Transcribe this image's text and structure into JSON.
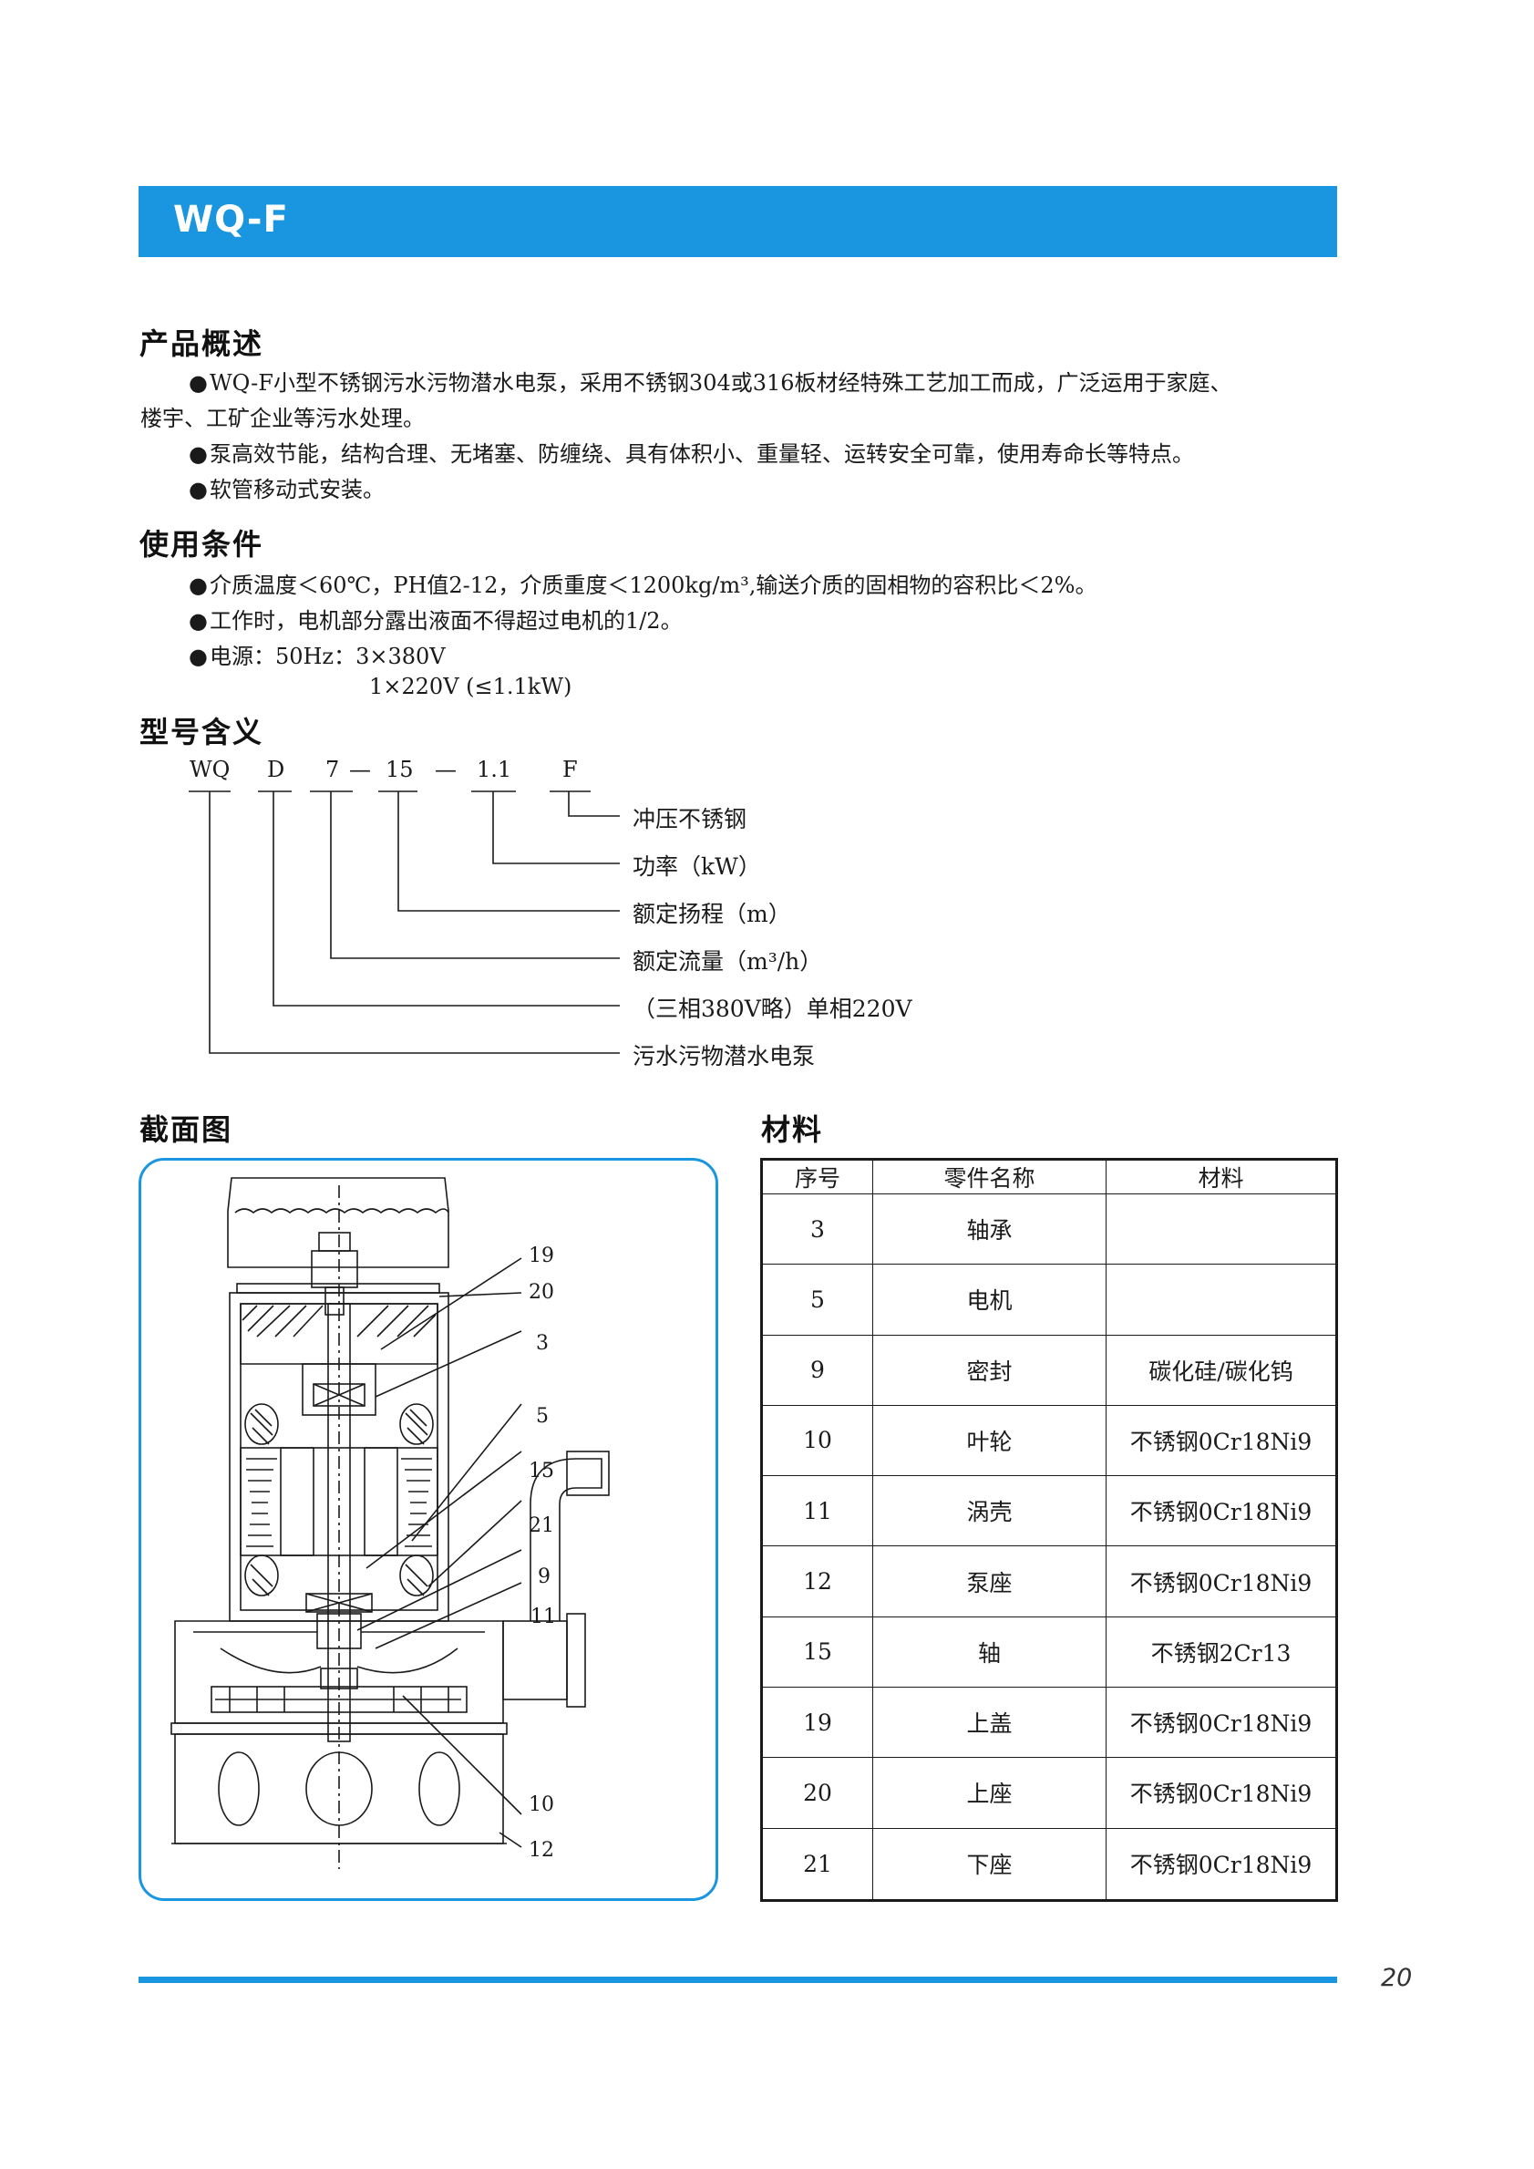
{
  "banner": {
    "title": "WQ-F"
  },
  "overview": {
    "heading": "产品概述",
    "lines": [
      "WQ-F小型不锈钢污水污物潜水电泵，采用不锈钢304或316板材经特殊工艺加工而成，广泛运用于家庭、",
      "楼宇、工矿企业等污水处理。",
      "泵高效节能，结构合理、无堵塞、防缠绕、具有体积小、重量轻、运转安全可靠，使用寿命长等特点。",
      "软管移动式安装。"
    ]
  },
  "conditions": {
    "heading": "使用条件",
    "lines": [
      "介质温度＜60℃，PH值2-12，介质重度＜1200kg/m³,输送介质的固相物的容积比＜2%。",
      "工作时，电机部分露出液面不得超过电机的1/2。",
      "电源：50Hz：3×380V",
      "1×220V (≤1.1kW)"
    ]
  },
  "model_meaning": {
    "heading": "型号含义",
    "codes": [
      "WQ",
      "D",
      "7",
      "—",
      "15",
      "—",
      "1.1",
      "F"
    ],
    "descriptions": [
      "冲压不锈钢",
      "功率（kW）",
      "额定扬程（m）",
      "额定流量（m³/h）",
      "（三相380V略）单相220V",
      "污水污物潜水电泵"
    ]
  },
  "section": {
    "heading": "截面图",
    "callouts": [
      "19",
      "20",
      "3",
      "5",
      "15",
      "21",
      "9",
      "11",
      "10",
      "12"
    ]
  },
  "materials": {
    "heading": "材料",
    "columns": [
      "序号",
      "零件名称",
      "材料"
    ],
    "rows": [
      [
        "3",
        "轴承",
        ""
      ],
      [
        "5",
        "电机",
        ""
      ],
      [
        "9",
        "密封",
        "碳化硅/碳化钨"
      ],
      [
        "10",
        "叶轮",
        "不锈钢0Cr18Ni9"
      ],
      [
        "11",
        "涡壳",
        "不锈钢0Cr18Ni9"
      ],
      [
        "12",
        "泵座",
        "不锈钢0Cr18Ni9"
      ],
      [
        "15",
        "轴",
        "不锈钢2Cr13"
      ],
      [
        "19",
        "上盖",
        "不锈钢0Cr18Ni9"
      ],
      [
        "20",
        "上座",
        "不锈钢0Cr18Ni9"
      ],
      [
        "21",
        "下座",
        "不锈钢0Cr18Ni9"
      ]
    ]
  },
  "footer": {
    "page": "20"
  },
  "colors": {
    "accent": "#1a95df"
  }
}
